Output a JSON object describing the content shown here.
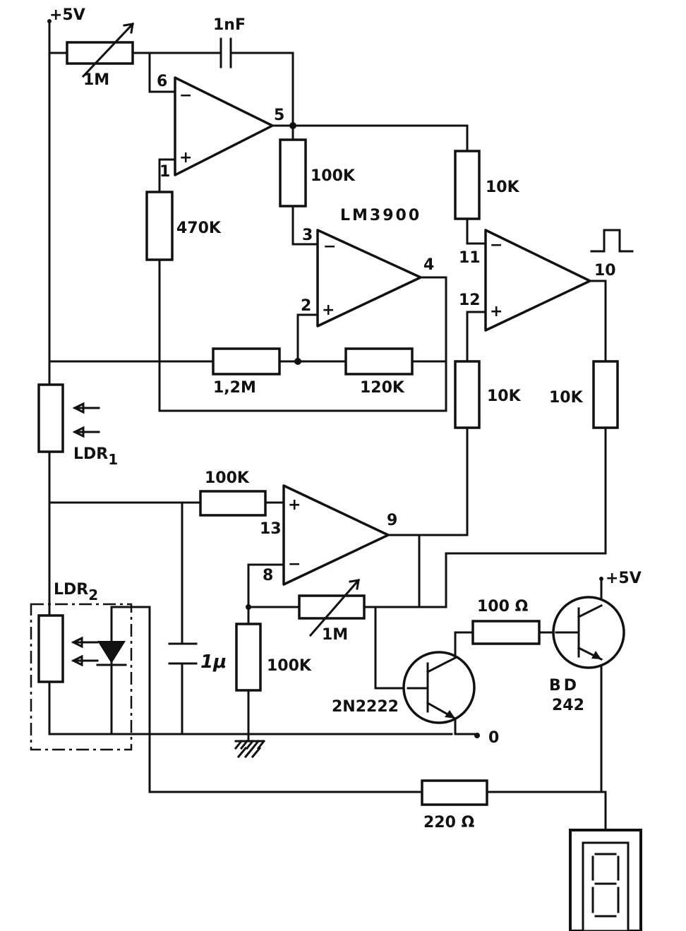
{
  "supply": {
    "top_left": "+5V",
    "transistor": "+5V"
  },
  "components": {
    "pot_top": "1M",
    "cap_top": "1nF",
    "r_470k": "470K",
    "r_100k_a": "100K",
    "r_10k_a": "10K",
    "r_1_2m": "1,2M",
    "r_120k": "120K",
    "r_10k_b": "10K",
    "r_10k_c": "10K",
    "ldr1": "LDR",
    "ldr1_sub": "1",
    "r_100k_b": "100K",
    "ldr2": "LDR",
    "ldr2_sub": "2",
    "cap_1u": "1μ",
    "r_100k_c": "100K",
    "pot_1m": "1M",
    "r_100_ohm": "100 Ω",
    "q1": "2N2222",
    "q2_line1": "BD",
    "q2_line2": "242",
    "r_220": "220 Ω",
    "output_zero": "0"
  },
  "ic": {
    "name": "LM3900"
  },
  "pins": {
    "p6": "6",
    "p1": "1",
    "p5": "5",
    "p3": "3",
    "p2": "2",
    "p4": "4",
    "p11": "11",
    "p12": "12",
    "p10": "10",
    "p13": "13",
    "p8": "8",
    "p9": "9"
  },
  "signs": {
    "minus": "−",
    "plus": "+"
  }
}
